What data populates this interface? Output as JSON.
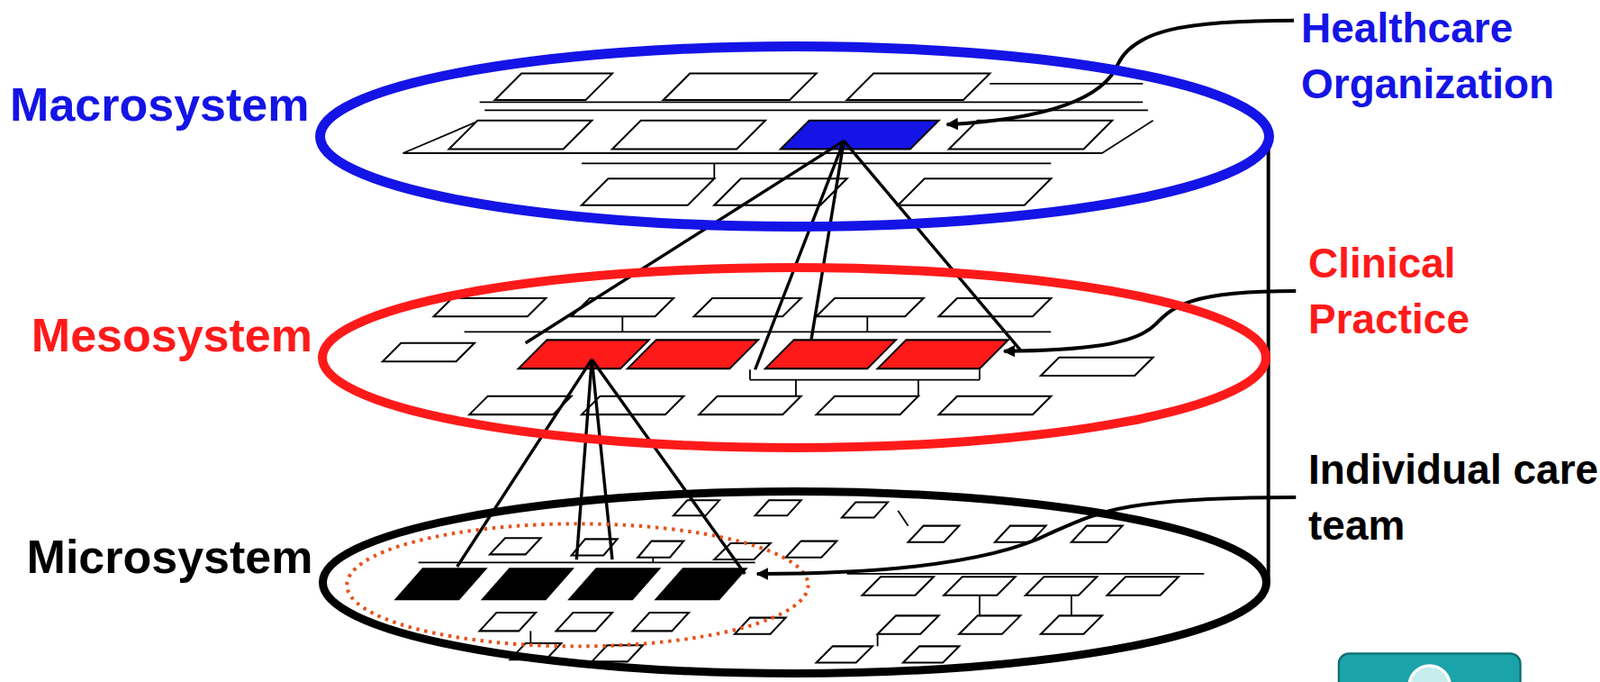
{
  "diagram": {
    "nodes": [
      {
        "text": [
          "Macrosystem"
        ]
      },
      {
        "text": [
          "Mesosystem"
        ]
      },
      {
        "text": [
          "Microsystem"
        ]
      }
    ],
    "labels": [
      "Healthcare Organization",
      "Clinical Practice",
      "Individual care team"
    ]
  }
}
